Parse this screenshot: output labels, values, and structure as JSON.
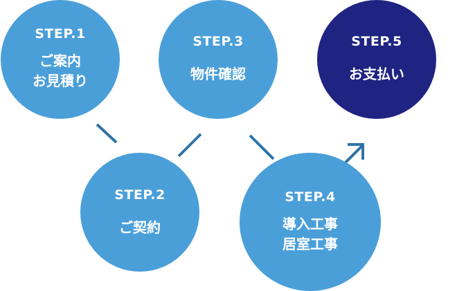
{
  "colors": {
    "step": "#4a9fd9",
    "final_step": "#1f2382",
    "connector": "#2e73a7",
    "text": "#ffffff"
  },
  "steps": [
    {
      "label": "STEP.1",
      "lines": [
        "ご案内",
        "お見積り"
      ]
    },
    {
      "label": "STEP.2",
      "lines": [
        "ご契約"
      ]
    },
    {
      "label": "STEP.3",
      "lines": [
        "物件確認"
      ]
    },
    {
      "label": "STEP.4",
      "lines": [
        "導入工事",
        "居室工事"
      ]
    },
    {
      "label": "STEP.5",
      "lines": [
        "お支払い"
      ]
    }
  ],
  "connectors": [
    {
      "from": "STEP.1",
      "to": "STEP.2"
    },
    {
      "from": "STEP.2",
      "to": "STEP.3"
    },
    {
      "from": "STEP.3",
      "to": "STEP.4"
    },
    {
      "from": "STEP.4",
      "to": "STEP.5",
      "arrow": "arrow-up-right-icon"
    }
  ]
}
